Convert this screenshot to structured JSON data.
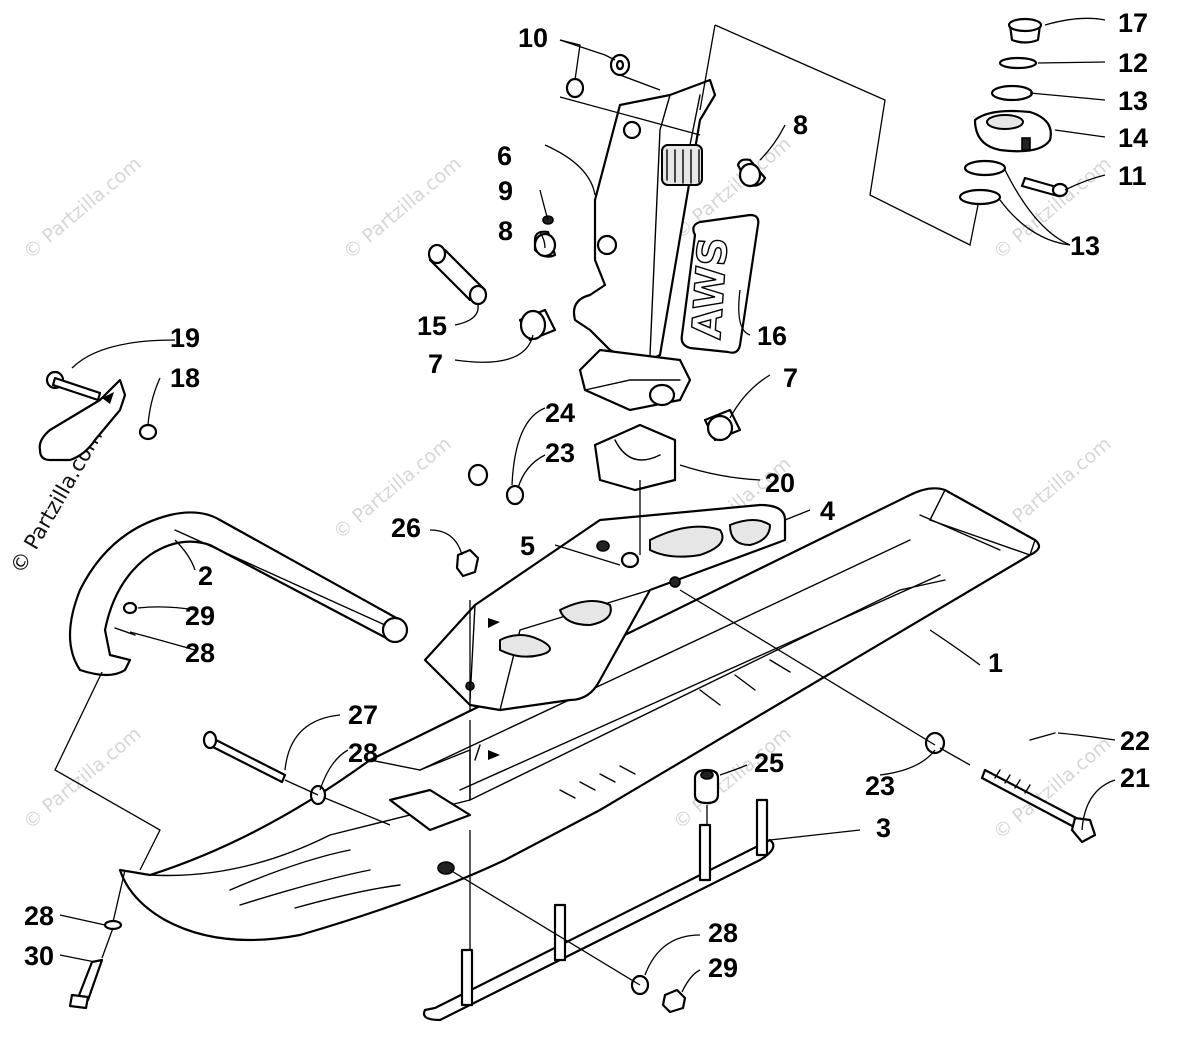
{
  "watermark": {
    "text": "© Partzilla.com",
    "side_text": "© Partzilla.com"
  },
  "callouts": [
    {
      "id": "c1",
      "label": "1"
    },
    {
      "id": "c2",
      "label": "2"
    },
    {
      "id": "c3",
      "label": "3"
    },
    {
      "id": "c4",
      "label": "4"
    },
    {
      "id": "c5",
      "label": "5"
    },
    {
      "id": "c6",
      "label": "6"
    },
    {
      "id": "c7a",
      "label": "7"
    },
    {
      "id": "c7b",
      "label": "7"
    },
    {
      "id": "c8a",
      "label": "8"
    },
    {
      "id": "c8b",
      "label": "8"
    },
    {
      "id": "c9",
      "label": "9"
    },
    {
      "id": "c10",
      "label": "10"
    },
    {
      "id": "c11",
      "label": "11"
    },
    {
      "id": "c12",
      "label": "12"
    },
    {
      "id": "c13a",
      "label": "13"
    },
    {
      "id": "c13b",
      "label": "13"
    },
    {
      "id": "c14",
      "label": "14"
    },
    {
      "id": "c15",
      "label": "15"
    },
    {
      "id": "c16",
      "label": "16"
    },
    {
      "id": "c17",
      "label": "17"
    },
    {
      "id": "c18",
      "label": "18"
    },
    {
      "id": "c19",
      "label": "19"
    },
    {
      "id": "c20",
      "label": "20"
    },
    {
      "id": "c21",
      "label": "21"
    },
    {
      "id": "c22",
      "label": "22"
    },
    {
      "id": "c23a",
      "label": "23"
    },
    {
      "id": "c23b",
      "label": "23"
    },
    {
      "id": "c24",
      "label": "24"
    },
    {
      "id": "c25",
      "label": "25"
    },
    {
      "id": "c26",
      "label": "26"
    },
    {
      "id": "c27",
      "label": "27"
    },
    {
      "id": "c28a",
      "label": "28"
    },
    {
      "id": "c28b",
      "label": "28"
    },
    {
      "id": "c28c",
      "label": "28"
    },
    {
      "id": "c28d",
      "label": "28"
    },
    {
      "id": "c29a",
      "label": "29"
    },
    {
      "id": "c29b",
      "label": "29"
    },
    {
      "id": "c30",
      "label": "30"
    }
  ],
  "decal": {
    "text": "AWS"
  }
}
